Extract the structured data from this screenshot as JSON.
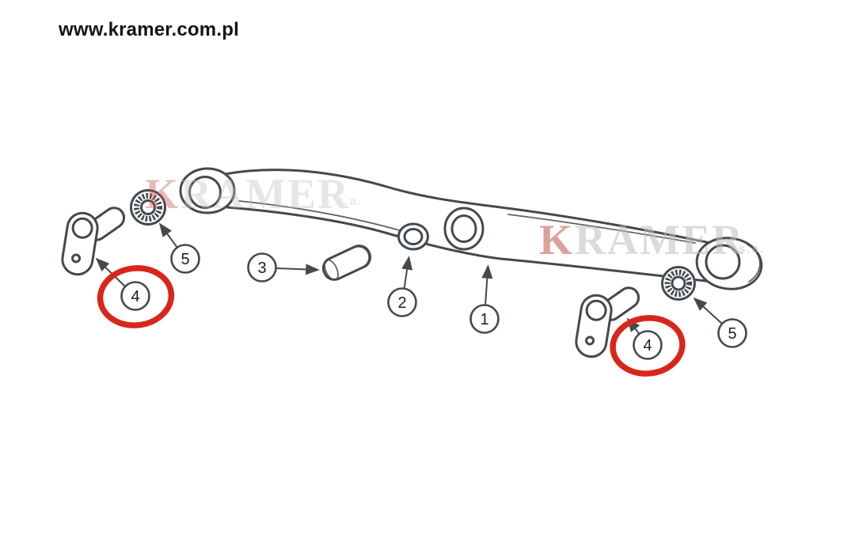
{
  "page": {
    "website_url": "www.kramer.com.pl"
  },
  "watermarks": {
    "left": {
      "brand_initial": "K",
      "brand_rest": "RAMER",
      "suffix": "s.a."
    },
    "right": {
      "brand_initial": "K",
      "brand_rest": "RAMER",
      "suffix": "s.a."
    }
  },
  "callouts": {
    "part1": "1",
    "part2": "2",
    "part3": "3",
    "part4_left": "4",
    "part4_right": "4",
    "part5_left": "5",
    "part5_right": "5"
  },
  "colors": {
    "line": "#44494e",
    "text": "#141414",
    "highlight": "#d8261b",
    "watermark_gray": "#bfbfbf",
    "watermark_red": "#c2554a"
  }
}
